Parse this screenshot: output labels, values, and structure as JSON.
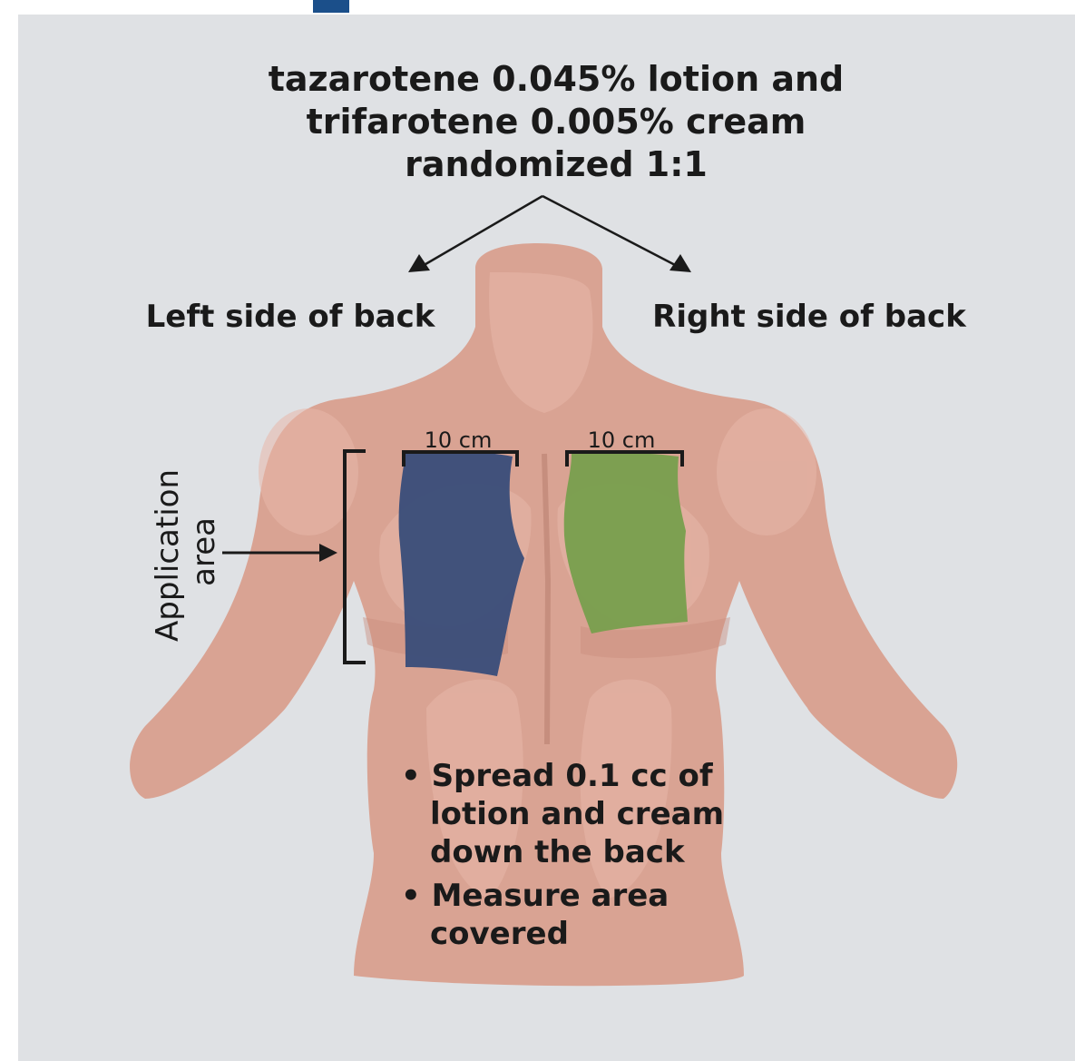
{
  "title": {
    "line1": "tazarotene 0.045% lotion and",
    "line2": "trifarotene 0.005% cream",
    "line3": "randomized 1:1"
  },
  "sides": {
    "left": "Left side of back",
    "right": "Right side of back"
  },
  "application_area": {
    "line1": "Application",
    "line2": "area"
  },
  "dimensions": {
    "left_width": "10 cm",
    "right_width": "10 cm"
  },
  "instructions": {
    "bullet1_line1": "• Spread 0.1 cc of",
    "bullet1_line2": "lotion and cream",
    "bullet1_line3": "down the back",
    "bullet2_line1": "• Measure area",
    "bullet2_line2": "covered"
  },
  "colors": {
    "background": "#dfe1e4",
    "skin": "#d9a393",
    "left_patch": "#3c4e7a",
    "right_patch": "#7a9f4e",
    "title_bar_remnant": "#1b4f8a"
  }
}
